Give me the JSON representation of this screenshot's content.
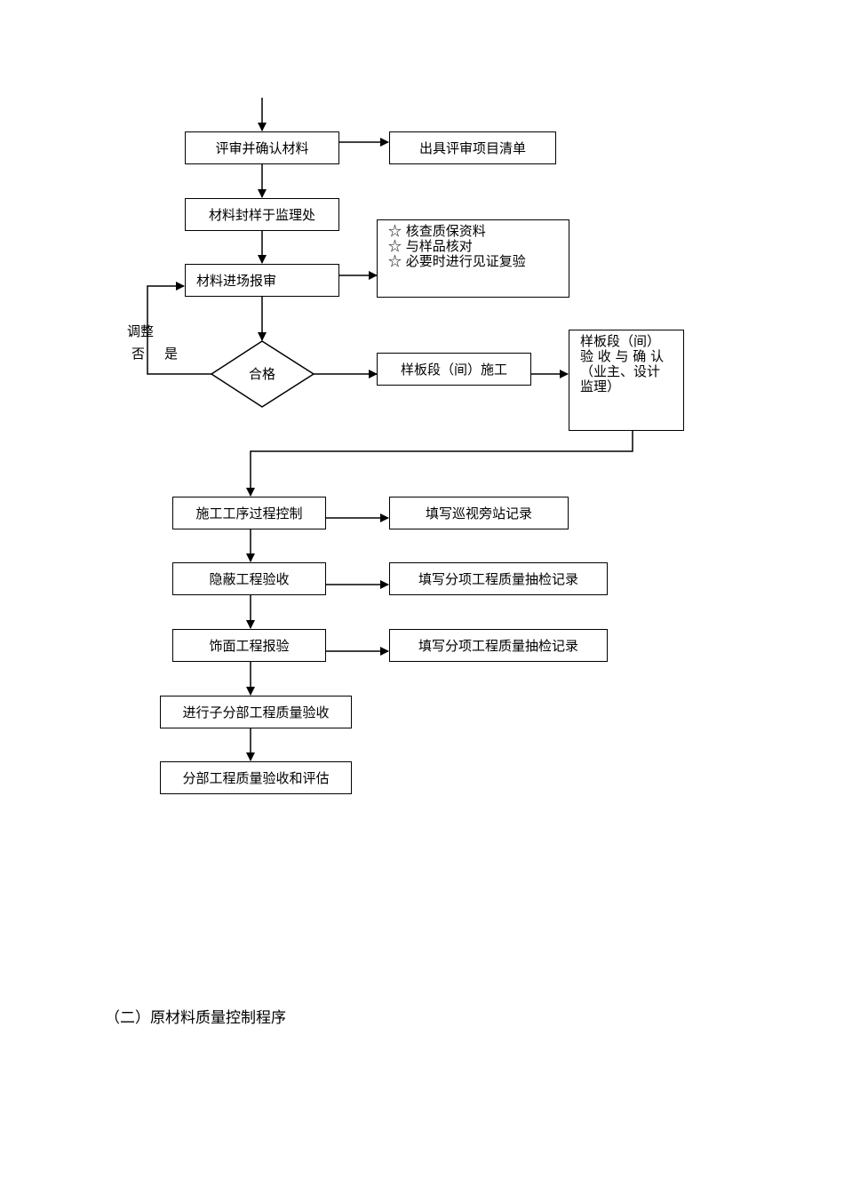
{
  "flowchart": {
    "steps": {
      "review_confirm": "评审并确认材料",
      "review_list": "出具评审项目清单",
      "seal_sample": "材料封样于监理处",
      "entry_report": "材料进场报审",
      "qualified": "合格",
      "sample_construction": "样板段（间）施工",
      "process_control": "施工工序过程控制",
      "patrol_record": "填写巡视旁站记录",
      "concealed_acceptance": "隐蔽工程验收",
      "sub_item_record_1": "填写分项工程质量抽检记录",
      "finish_inspection": "饰面工程报验",
      "sub_item_record_2": "填写分项工程质量抽检记录",
      "sub_division_acceptance": "进行子分部工程质量验收",
      "division_acceptance": "分部工程质量验收和评估"
    },
    "checklist": [
      "☆  核查质保资料",
      "☆  与样品核对",
      "☆  必要时进行见证复验"
    ],
    "sample_acceptance_lines": [
      "样板段（间）",
      "验 收 与 确 认",
      "（业主、设计",
      "监理）"
    ],
    "labels": {
      "adjust": "调整",
      "no": "否",
      "yes": "是"
    }
  },
  "section_heading": "（二）原材料质量控制程序"
}
